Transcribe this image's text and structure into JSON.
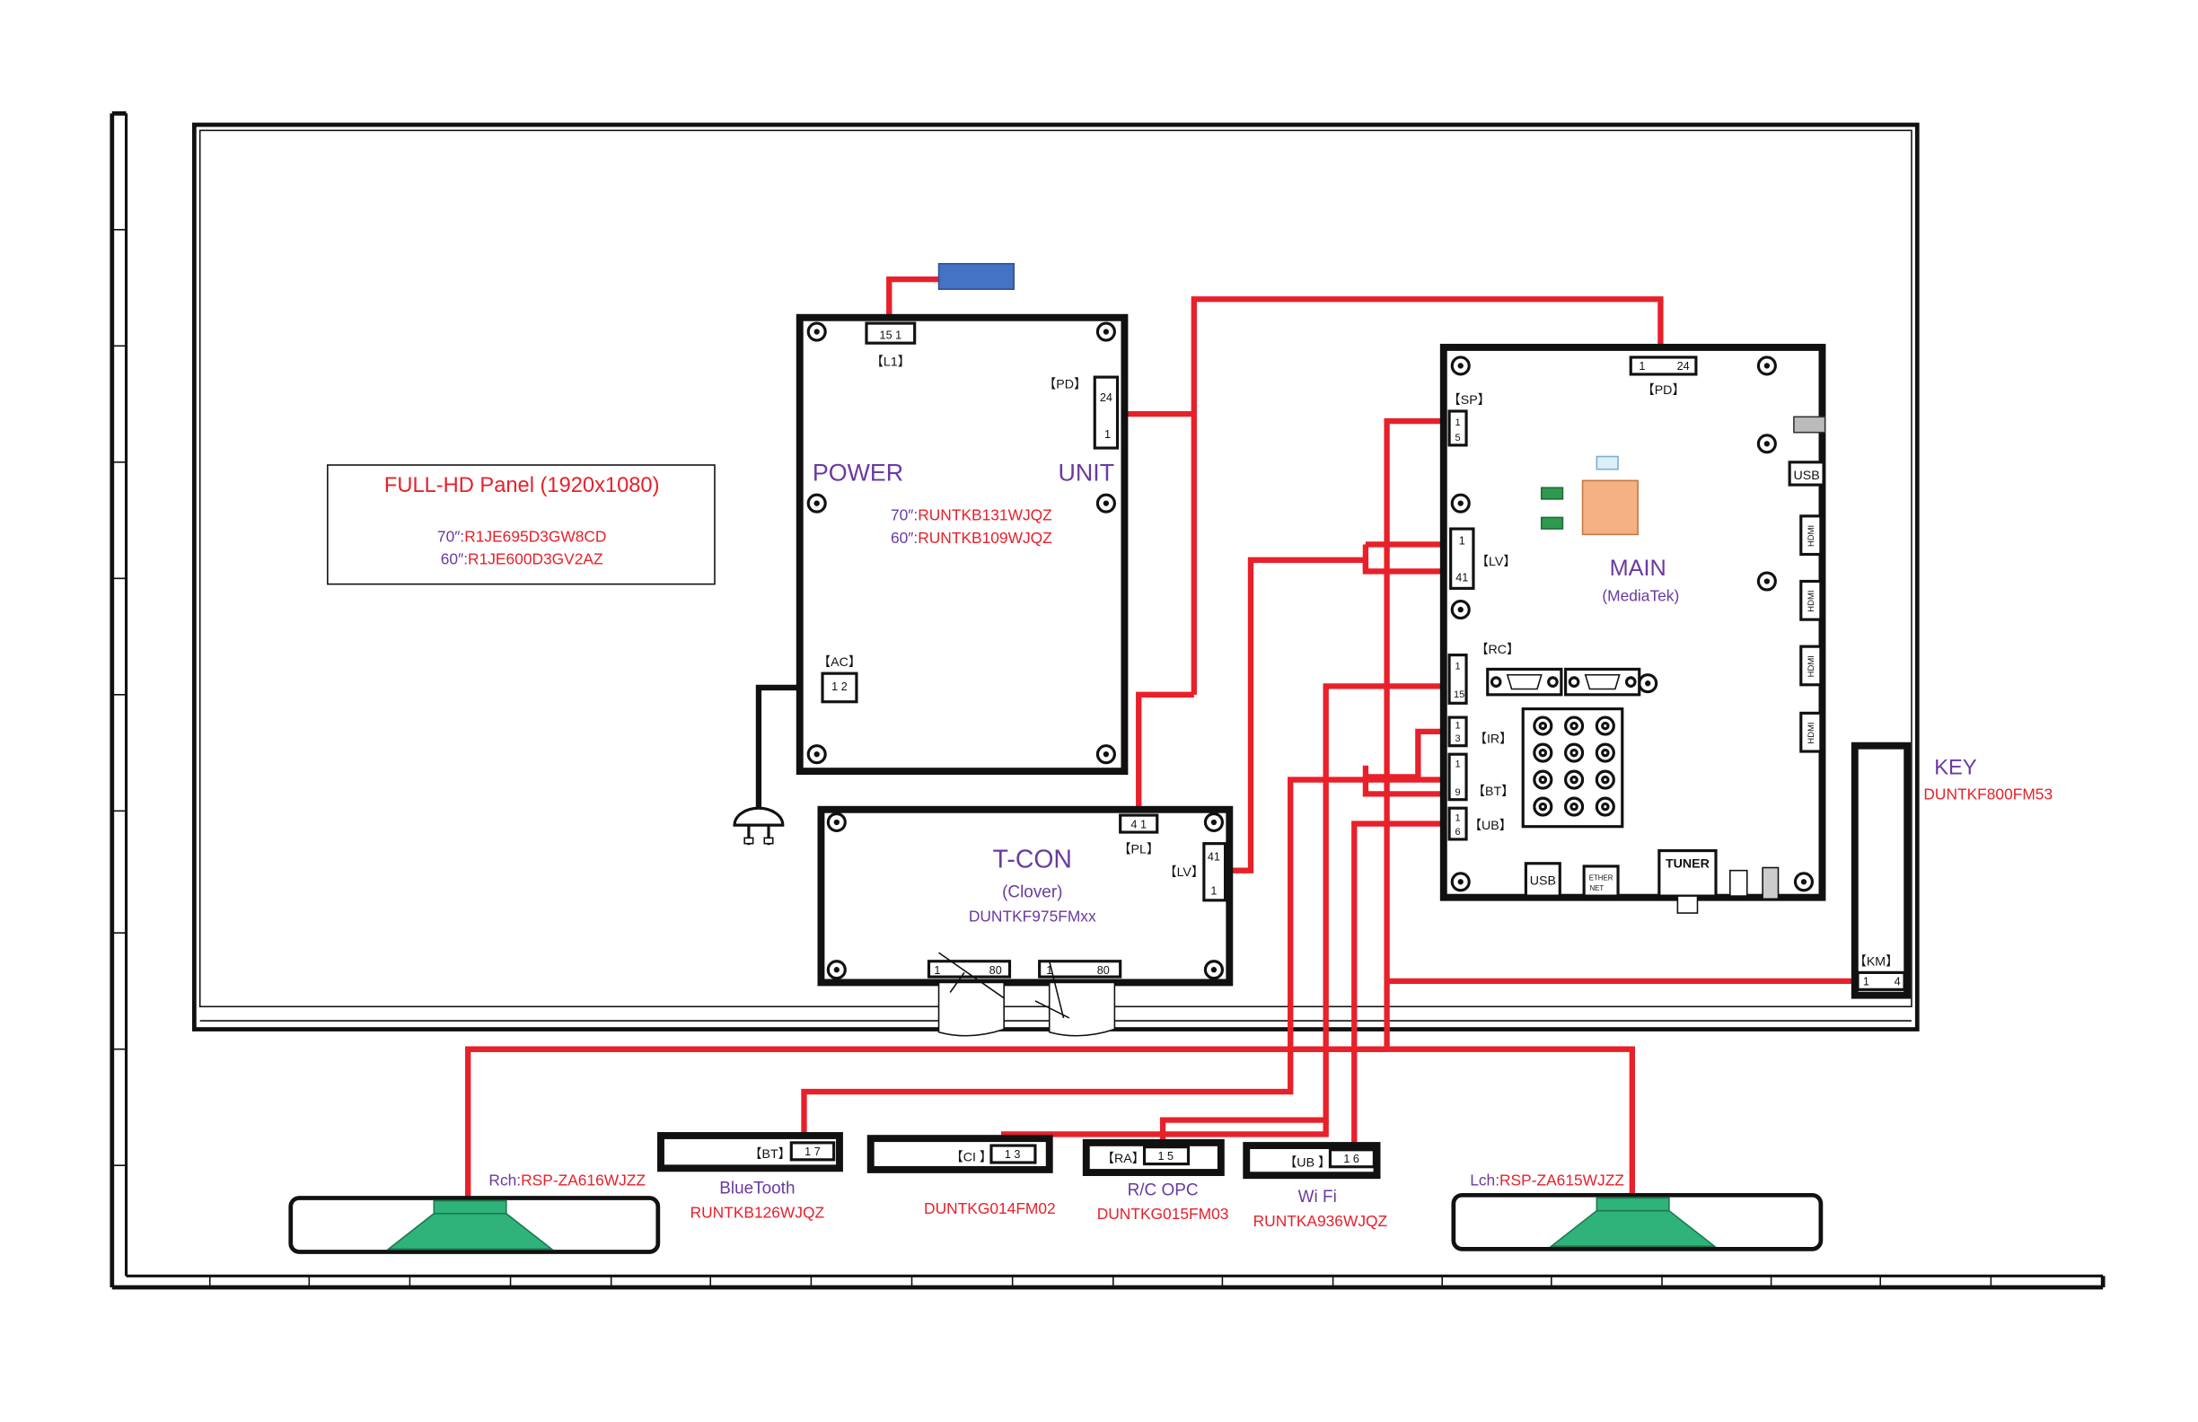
{
  "panel": {
    "title": "FULL-HD Panel (1920x1080)",
    "line_70_prefix": "70″:",
    "line_70_part": "R1JE695D3GW8CD",
    "line_60_prefix": "60″:",
    "line_60_part": "R1JE600D3GV2AZ"
  },
  "power": {
    "name_left": "POWER",
    "name_right": "UNIT",
    "line_70_prefix": "70″:",
    "line_70_part": "RUNTKB131WJQZ",
    "line_60_prefix": "60″:",
    "line_60_part": "RUNTKB109WJQZ",
    "l1_label": "【L1】",
    "l1_pins": "15  1",
    "pd_label": "【PD】",
    "pd_pin_top": "24",
    "pd_pin_bottom": "1",
    "ac_label": "【AC】",
    "ac_pins": "1 2"
  },
  "tcon": {
    "name": "T-CON",
    "sub": "(Clover)",
    "part": "DUNTKF975FMxx",
    "pl_label": "【PL】",
    "pl_pins": "4  1",
    "lv_label": "【LV】",
    "lv_pin_top": "41",
    "lv_pin_bottom": "1",
    "fpc1_left": "1",
    "fpc1_right": "80",
    "fpc2_left": "1",
    "fpc2_right": "80"
  },
  "main": {
    "name": "MAIN",
    "sub": "(MediaTek)",
    "pd_label": "【PD】",
    "pd_pin_left": "1",
    "pd_pin_right": "24",
    "sp_label": "【SP】",
    "sp_pin_top": "1",
    "sp_pin_bottom": "5",
    "lv_label": "【LV】",
    "lv_pin_top": "1",
    "lv_pin_bottom": "41",
    "rc_label": "【RC】",
    "rc_pin_top": "1",
    "rc_pin_bottom": "15",
    "ir_label": "【IR】",
    "ir_pin_top": "1",
    "ir_pin_bottom": "3",
    "bt_label": "【BT】",
    "bt_pin_top": "1",
    "bt_pin_bottom": "9",
    "ub_label": "【UB】",
    "ub_pin_top": "1",
    "ub_pin_bottom": "6",
    "usb_side": "USB",
    "usb_bottom": "USB",
    "ethernet_1": "ETHER",
    "ethernet_2": "NET",
    "tuner": "TUNER",
    "hdmi": [
      "HDMI",
      "HDMI",
      "HDMI",
      "HDMI"
    ]
  },
  "key": {
    "name": "KEY",
    "part": "DUNTKF800FM53",
    "km_label": "【KM】",
    "km_pin_left": "1",
    "km_pin_right": "4"
  },
  "bt_module": {
    "conn_label": "【BT】",
    "pins": "1  7",
    "name": "BlueTooth",
    "part": "RUNTKB126WJQZ"
  },
  "ci_module": {
    "conn_label": "【CI 】",
    "pins": "1  3",
    "part": "DUNTKG014FM02"
  },
  "ra_module": {
    "conn_label": "【RA】",
    "pins": "1  5",
    "name": "R/C OPC",
    "part": "DUNTKG015FM03"
  },
  "ub_module": {
    "conn_label": "【UB 】",
    "pins": "1  6",
    "name": "Wi Fi",
    "part": "RUNTKA936WJQZ"
  },
  "speaker_r": {
    "prefix": "Rch:",
    "part": "RSP-ZA616WJZZ"
  },
  "speaker_l": {
    "prefix": "Lch:",
    "part": "RSP-ZA615WJZZ"
  },
  "colors": {
    "wire": "#e8202a",
    "label_purple": "#6a3aa0",
    "label_red": "#e8202a",
    "speaker_green": "#2fb37a",
    "chip_orange": "#f5b183",
    "blue_block": "#4472c4"
  }
}
